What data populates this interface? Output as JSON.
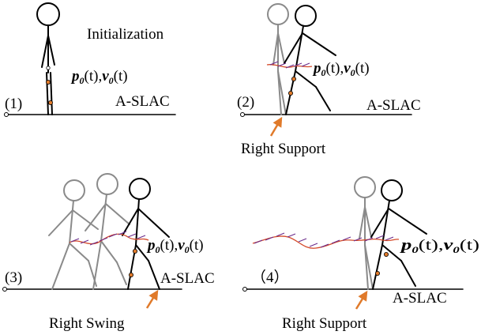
{
  "panels": [
    {
      "number": "(1)",
      "caption": "Initialization",
      "label": "A-SLAC"
    },
    {
      "number": "(2)",
      "label": "A-SLAC",
      "arrow_caption": "Right Support"
    },
    {
      "number": "(3)",
      "label": "A-SLAC",
      "arrow_caption": "Right Swing"
    },
    {
      "number": "（4）",
      "label": "A-SLAC",
      "arrow_caption": "Right Support"
    }
  ],
  "formula": {
    "p": "p",
    "v": "v",
    "sub": "0",
    "arg": "(t)",
    "sep": ","
  },
  "colors": {
    "arrow": "#e07a2a",
    "trajectory": "#d44a2a",
    "velocity": "#6a2a8a",
    "past_pose": "#8a8a8a"
  }
}
